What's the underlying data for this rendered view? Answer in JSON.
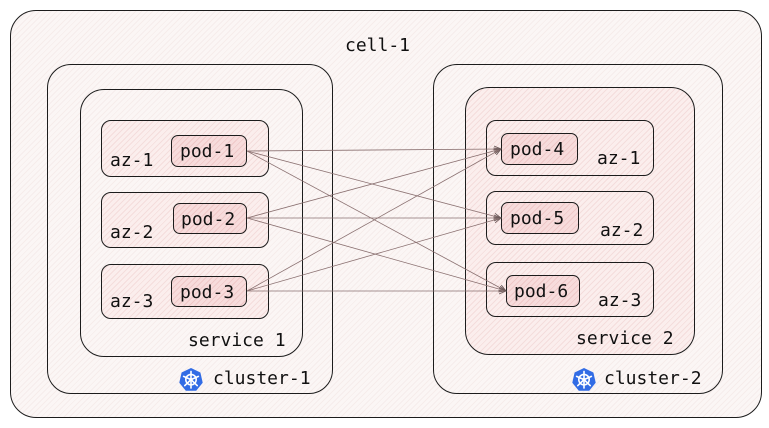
{
  "cell": {
    "label": "cell-1"
  },
  "clusters": [
    {
      "label": "cluster-1",
      "service": "service 1",
      "zones": [
        {
          "az": "az-1",
          "pod": "pod-1"
        },
        {
          "az": "az-2",
          "pod": "pod-2"
        },
        {
          "az": "az-3",
          "pod": "pod-3"
        }
      ]
    },
    {
      "label": "cluster-2",
      "service": "service 2",
      "zones": [
        {
          "az": "az-1",
          "pod": "pod-4"
        },
        {
          "az": "az-2",
          "pod": "pod-5"
        },
        {
          "az": "az-3",
          "pod": "pod-6"
        }
      ]
    }
  ],
  "colors": {
    "k8s_blue": "#326ce5",
    "link": "#8a7070"
  },
  "icon": "kubernetes-icon"
}
